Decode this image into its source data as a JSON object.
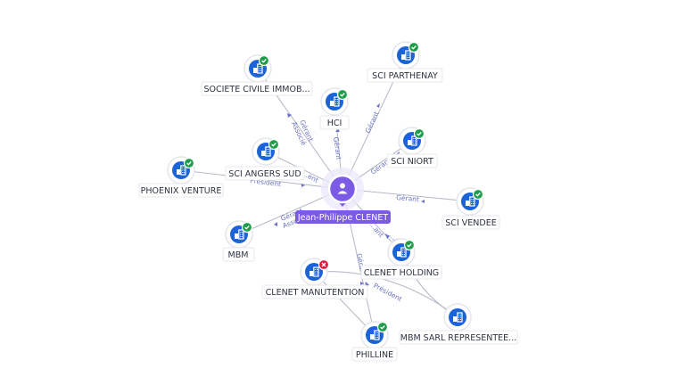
{
  "center": {
    "name": "Jean-Philippe CLENET",
    "color": "#7b5ae6"
  },
  "colors": {
    "company": "#1a63d9",
    "ok": "#1e9e4a",
    "closed": "#e0193f",
    "edge": "#b9bdc8",
    "edge_label": "#6b74c4"
  },
  "nodes": [
    {
      "id": "societe",
      "label": "SOCIETE CIVILE IMMOB...",
      "status": "ok"
    },
    {
      "id": "hci",
      "label": "HCI",
      "status": "ok"
    },
    {
      "id": "parthenay",
      "label": "SCI PARTHENAY",
      "status": "ok"
    },
    {
      "id": "niort",
      "label": "SCI NIORT",
      "status": "ok"
    },
    {
      "id": "angers",
      "label": "SCI ANGERS SUD",
      "status": "ok"
    },
    {
      "id": "phoenix",
      "label": "PHOENIX VENTURE",
      "status": "ok"
    },
    {
      "id": "vendee",
      "label": "SCI VENDEE",
      "status": "ok"
    },
    {
      "id": "mbm",
      "label": "MBM",
      "status": "ok"
    },
    {
      "id": "holding",
      "label": "CLENET HOLDING",
      "status": "ok"
    },
    {
      "id": "manutention",
      "label": "CLENET MANUTENTION",
      "status": "closed"
    },
    {
      "id": "mbmsarl",
      "label": "MBM SARL REPRESENTEE...",
      "status": "none"
    },
    {
      "id": "philline",
      "label": "PHILLINE",
      "status": "ok"
    }
  ],
  "edge_labels": [
    {
      "id": "societe-1",
      "text": "Gérant"
    },
    {
      "id": "societe-2",
      "text": "Associé"
    },
    {
      "id": "hci",
      "text": "Gérant"
    },
    {
      "id": "parthenay",
      "text": "Gérant"
    },
    {
      "id": "niort",
      "text": "Gérant"
    },
    {
      "id": "angers",
      "text": "...ent"
    },
    {
      "id": "phoenix",
      "text": "Président"
    },
    {
      "id": "vendee",
      "text": "Gérant"
    },
    {
      "id": "mbm-1",
      "text": "Gérant"
    },
    {
      "id": "mbm-2",
      "text": "Associé"
    },
    {
      "id": "holding-1",
      "text": "...ant"
    },
    {
      "id": "holding-2",
      "text": "...A"
    },
    {
      "id": "philline",
      "text": "Gérant"
    },
    {
      "id": "mbmsarl",
      "text": "Président"
    }
  ]
}
